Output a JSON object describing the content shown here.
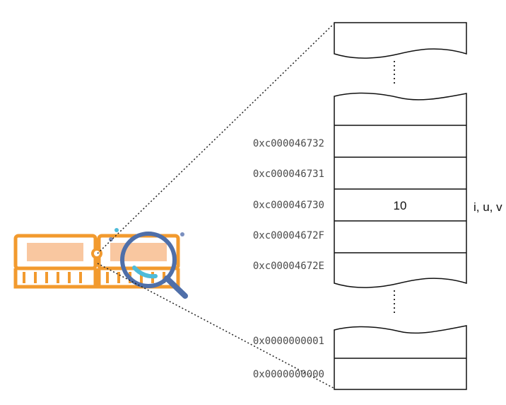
{
  "colors": {
    "chip_orange": "#f29a2e",
    "chip_fill": "#f9c7a0",
    "magnifier_blue": "#4f6fa9",
    "magnifier_highlight": "#4ebbd9",
    "dot_blue": "#7a8fbf",
    "line": "#111111"
  },
  "icons": [
    "ram-chip-icon",
    "magnifier-icon"
  ],
  "memory": {
    "cells": [
      {
        "address": "0xc000046732",
        "value": ""
      },
      {
        "address": "0xc000046731",
        "value": ""
      },
      {
        "address": "0xc000046730",
        "value": "10"
      },
      {
        "address": "0xc00004672F",
        "value": ""
      },
      {
        "address": "0xc00004672E",
        "value": ""
      }
    ],
    "low_cells": [
      {
        "address": "0x0000000001",
        "value": ""
      },
      {
        "address": "0x0000000000",
        "value": ""
      }
    ],
    "variable_label": "i, u, v"
  }
}
